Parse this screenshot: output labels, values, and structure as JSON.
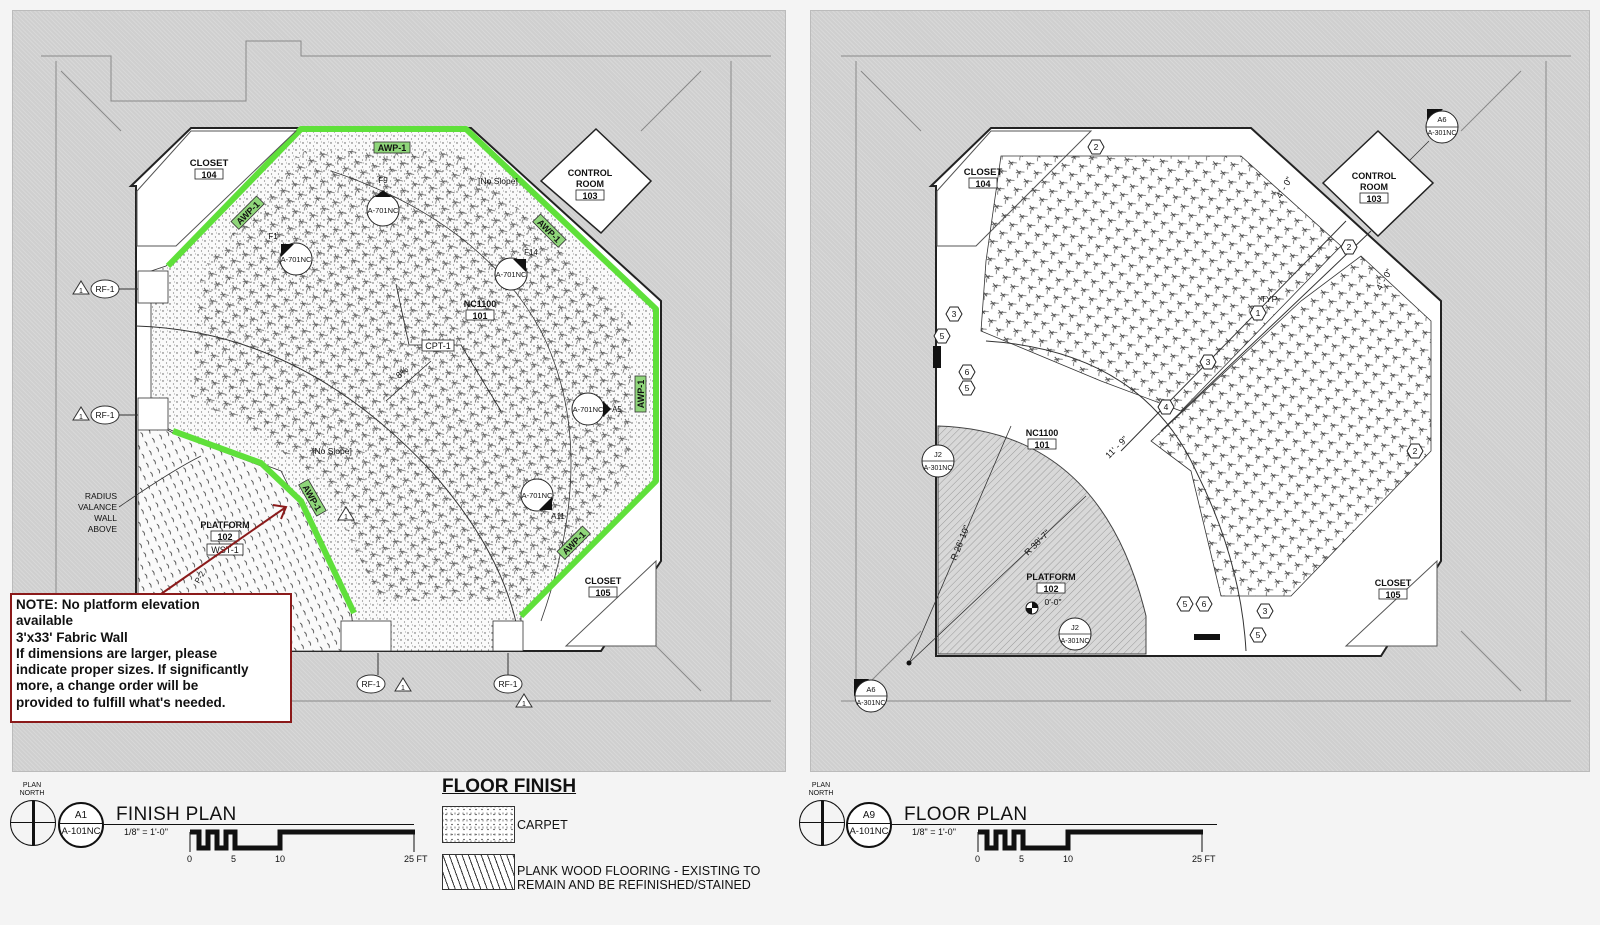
{
  "left_plan": {
    "title": "FINISH PLAN",
    "scale": "1/8\" = 1'-0\"",
    "view_id": "A1",
    "sheet_id": "A-101NC",
    "north_label_1": "PLAN",
    "north_label_2": "NORTH",
    "scale_ticks": [
      "0",
      "5",
      "10",
      "25 FT"
    ],
    "rooms": {
      "closet_104": {
        "name": "CLOSET",
        "number": "104"
      },
      "control_room": {
        "name_1": "CONTROL",
        "name_2": "ROOM",
        "number": "103"
      },
      "main": {
        "name": "NC1100",
        "number": "101"
      },
      "platform": {
        "name": "PLATFORM",
        "number": "102"
      },
      "closet_105": {
        "name": "CLOSET",
        "number": "105"
      }
    },
    "tags": {
      "awp": "AWP-1",
      "cpt": "CPT-1",
      "rf": "RF-1",
      "wst": "WST-1",
      "p2": "P-2",
      "slope": "8%",
      "no_slope_1": "[No Slope]",
      "no_slope_2": "[No Slope]",
      "rev": "1",
      "valance_1": "RADIUS",
      "valance_2": "VALANCE",
      "valance_3": "WALL",
      "valance_4": "ABOVE"
    },
    "section_refs": [
      {
        "id": "F9",
        "sheet": "A-701NC"
      },
      {
        "id": "F1",
        "sheet": "A-701NC"
      },
      {
        "id": "F14",
        "sheet": "A-701NC"
      },
      {
        "id": "A5",
        "sheet": "A-701NC"
      },
      {
        "id": "A11",
        "sheet": "A-701NC"
      }
    ],
    "highlight_color": "#5fe03a",
    "note_border_color": "#8b1a1a",
    "note": [
      "NOTE: No platform elevation",
      "available",
      "3'x33' Fabric Wall",
      "If dimensions are larger, please",
      "indicate proper sizes. If significantly",
      "more, a change order will be",
      "provided to fulfill what's needed."
    ]
  },
  "legend": {
    "title": "FLOOR FINISH",
    "items": [
      {
        "label": "CARPET"
      },
      {
        "label_1": "PLANK WOOD FLOORING - EXISTING TO",
        "label_2": "REMAIN AND BE REFINISHED/STAINED"
      }
    ]
  },
  "right_plan": {
    "title": "FLOOR PLAN",
    "scale": "1/8\" = 1'-0\"",
    "view_id": "A9",
    "sheet_id": "A-101NC",
    "north_label_1": "PLAN",
    "north_label_2": "NORTH",
    "scale_ticks": [
      "0",
      "5",
      "10",
      "25 FT"
    ],
    "rooms": {
      "closet_104": {
        "name": "CLOSET",
        "number": "104"
      },
      "control_room": {
        "name_1": "CONTROL",
        "name_2": "ROOM",
        "number": "103"
      },
      "main": {
        "name": "NC1100",
        "number": "101"
      },
      "platform": {
        "name": "PLATFORM",
        "number": "102",
        "elev": "0'-0\""
      },
      "closet_105": {
        "name": "CLOSET",
        "number": "105"
      }
    },
    "dims": {
      "d1": "4' - 0\"",
      "d2": "4' - 0\"",
      "d3": "11' - 9\"",
      "r1": "R 26'-10\"",
      "r2": "R 38'-7\"",
      "typ": "TYP"
    },
    "keynotes": [
      "1",
      "2",
      "3",
      "4",
      "5",
      "6"
    ],
    "section_refs": [
      {
        "id": "A6",
        "sheet": "A-301NC"
      },
      {
        "id": "J2",
        "sheet": "A-301NC"
      },
      {
        "id": "J2",
        "sheet": "A-301NC"
      },
      {
        "id": "A6",
        "sheet": "A-301NC"
      }
    ]
  }
}
